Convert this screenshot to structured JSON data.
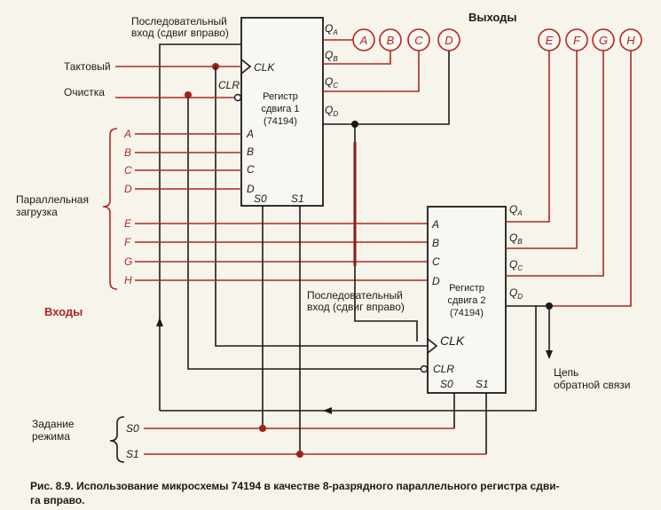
{
  "labels": {
    "serial_in_1_line1": "Последовательный",
    "serial_in_1_line2": "вход (сдвиг вправо)",
    "outputs": "Выходы",
    "clock": "Тактовый",
    "clear": "Очистка",
    "parallel_line1": "Параллельная",
    "parallel_line2": "загрузка",
    "inputs": "Входы",
    "serial_in_2_line1": "Последовательный",
    "serial_in_2_line2": "вход (сдвиг вправо)",
    "feedback_line1": "Цепь",
    "feedback_line2": "обратной связи",
    "mode_line1": "Задание",
    "mode_line2": "режима",
    "s0": "S0",
    "s1": "S1"
  },
  "register1": {
    "name_line1": "Регистр",
    "name_line2": "сдвига 1",
    "part": "(74194)",
    "clk": "CLK",
    "clr": "CLR",
    "inputs": [
      "A",
      "B",
      "C",
      "D"
    ],
    "s0": "S0",
    "s1": "S1",
    "outputs": [
      "Q",
      "Q",
      "Q",
      "Q"
    ],
    "output_subs": [
      "A",
      "B",
      "C",
      "D"
    ]
  },
  "register2": {
    "name_line1": "Регистр",
    "name_line2": "сдвига 2",
    "part": "(74194)",
    "clk": "CLK",
    "clr": "CLR",
    "inputs": [
      "A",
      "B",
      "C",
      "D"
    ],
    "s0": "S0",
    "s1": "S1",
    "outputs": [
      "Q",
      "Q",
      "Q",
      "Q"
    ],
    "output_subs": [
      "A",
      "B",
      "C",
      "D"
    ]
  },
  "input_letters": [
    "A",
    "B",
    "C",
    "D",
    "E",
    "F",
    "G",
    "H"
  ],
  "output_letters": [
    "A",
    "B",
    "C",
    "D",
    "E",
    "F",
    "G",
    "H"
  ],
  "caption": {
    "line1": "Рис. 8.9. Использование микросхемы 74194 в качестве 8-разрядного параллельного регистра сдви-",
    "line2": "га вправо."
  },
  "colors": {
    "ink": "#1a1a1a",
    "accent_red": "#b3261e",
    "paper": "#f7f4ec"
  }
}
